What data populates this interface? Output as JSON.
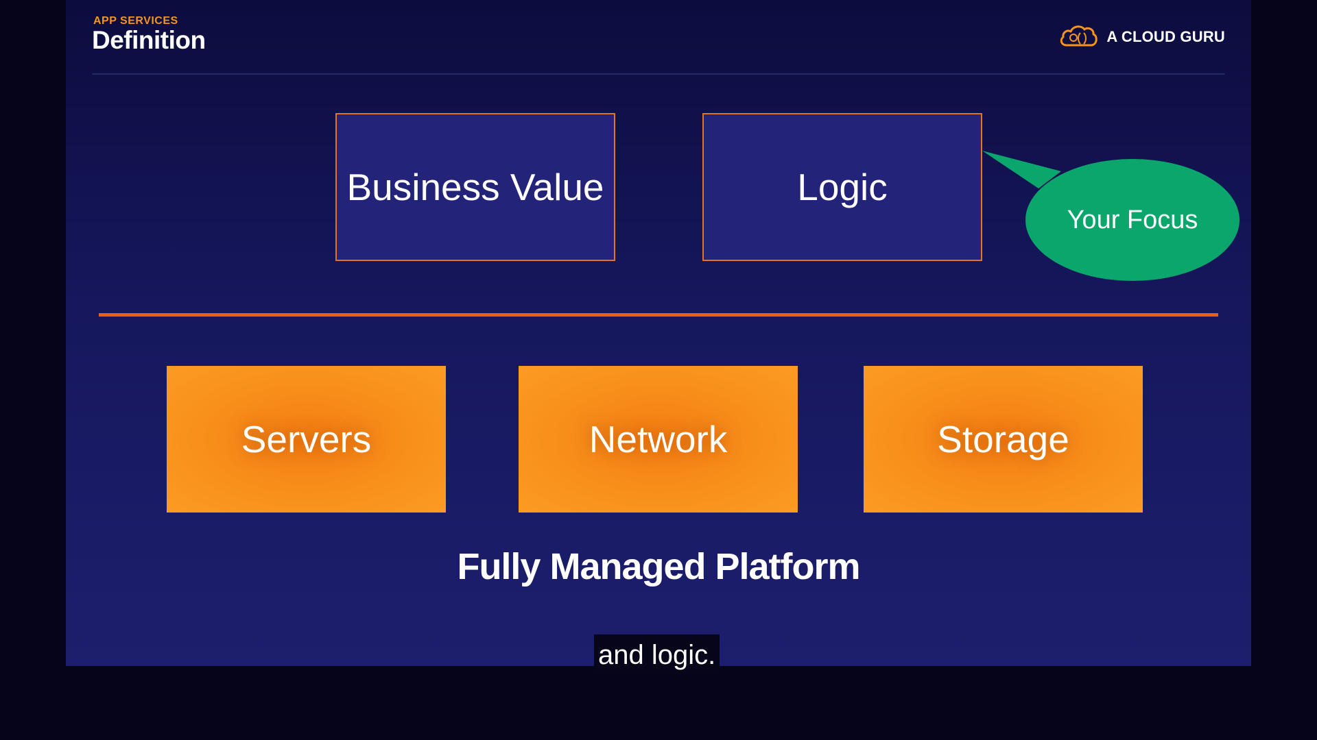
{
  "header": {
    "section_label": "APP SERVICES",
    "title": "Definition",
    "brand_name": "A CLOUD GURU",
    "brand_icon": "cloud-logo-icon"
  },
  "top_boxes": [
    {
      "label": "Business Value"
    },
    {
      "label": "Logic"
    }
  ],
  "callout": {
    "label": "Your Focus",
    "color": "#0aa66b"
  },
  "bottom_boxes": [
    {
      "label": "Servers"
    },
    {
      "label": "Network"
    },
    {
      "label": "Storage"
    }
  ],
  "footer_label": "Fully Managed Platform",
  "caption": "and logic.",
  "colors": {
    "accent_orange": "#f7941d",
    "box_fill": "#23237a",
    "box_border": "#e8741a",
    "divider": "#e8601c",
    "background": "#15165a"
  }
}
